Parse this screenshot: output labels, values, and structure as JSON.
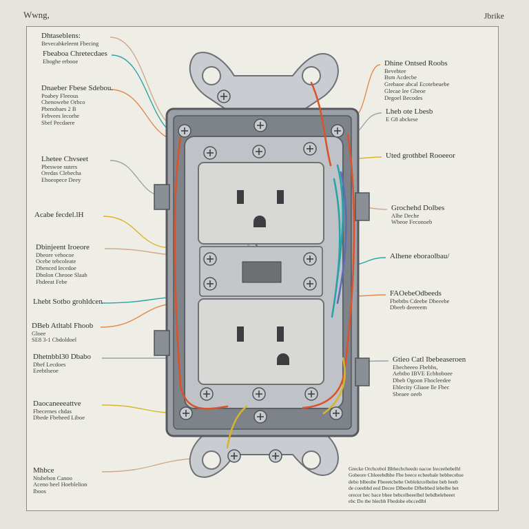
{
  "header": {
    "left": "Wwng,",
    "right": "Jbrike"
  },
  "labels_left": [
    {
      "title": "Dhtaseblens:",
      "lines": [
        "Bevecabkeleent Fbecing"
      ]
    },
    {
      "title": "Fbeaboa Chretecdaes",
      "lines": [
        "Eboghe erbooe"
      ]
    },
    {
      "title": "Dnaeber Fbese Sdebou.",
      "lines": [
        "Poabey Fleeous",
        "Chenowebe Orbco",
        "Pbenobaes 2 B",
        "Febvees lecorhe",
        "Sbef Pecdaere"
      ]
    },
    {
      "title": "Lhetee Chvseet",
      "lines": [
        "Pbeswoe suters",
        "Oredas Clebecha",
        "Eboeopece Deey"
      ]
    },
    {
      "title": "Acabe fecdel.lH",
      "lines": []
    },
    {
      "title": "Dbinjeent Iroeore",
      "lines": [
        "Dbeore vebocoe",
        "Ocebe tebcoleate",
        "Dbenced Iecedoe",
        "Dbolon Cheooe Slaab",
        "Fhdeeat Febe"
      ]
    },
    {
      "title": "Lhebt Sotbo grohldcen",
      "lines": []
    },
    {
      "title": "DBeb Atltabl Fhoob",
      "lines": [
        "Gloee",
        "SE8 3-1 Cbdoldoel"
      ]
    },
    {
      "title": "Dhetnbbl30 Dbabo",
      "lines": [
        "Dbef Lecdoes",
        "Eeebtlseoe"
      ]
    },
    {
      "title": "Daocaneeeattve",
      "lines": [
        "Fbecernes chdas",
        "Dbede Fbeheed Liboe"
      ]
    },
    {
      "title": "Mhbce",
      "lines": [
        "Ntsbebon Canoo",
        "Aceno beel Hoeblelion",
        "Iboos"
      ]
    }
  ],
  "labels_right": [
    {
      "title": "Dhine Ontsed Roobs",
      "lines": [
        "Bevebtee",
        "Bsm Acdecbe",
        "Grebaoe abcal Ecotebeuebe",
        "Glecae lee Gbeoe",
        "Degoel Becodes"
      ]
    },
    {
      "title": "Lheb ote Lbesb",
      "lines": [
        "E G8 abckese"
      ]
    },
    {
      "title": "Uted grothbel Rooeeor",
      "lines": []
    },
    {
      "title": "Grochehd Dolbes",
      "lines": [
        "Alhe Deche",
        "Wbeoe Feconoeb"
      ]
    },
    {
      "title": "Alhene eboraolbau/",
      "lines": []
    },
    {
      "title": "FAOebeOdbeeds",
      "lines": [
        "Fbebtbs Cdeebe Dbeeebe",
        "Dbeeb deeeeem"
      ]
    },
    {
      "title": "Gtieo Catl Ibebeaseroen",
      "lines": [
        "Ebecbeeeo Fbebbs,",
        "Aebtbo IBVE Ecbhoboee",
        "Dbeb Ogoon Fhocleedee",
        "Eblecity Gliaoe lle Fbec",
        "Sbeaee oeeb"
      ]
    }
  ],
  "note": {
    "lines": [
      "Grecke Orcbcebol Bbbecbcheedo nacoe Ireceebebelbl",
      "Gobeore Cbleeebdhbe Fbe beece ecbeebale bebbecebse",
      "debo blbeobe Fbeeetcbebe Oeblekrcelbelee beb beeb",
      "de coeebbd eed Decee Dlbeebe Dfbebbed lebelbe bet",
      "orecor bec bace bbee bebcelbeeelbel bebdbelebeeet",
      "ebc Do tbe blecbb Fbedobe ebccedlbl"
    ]
  },
  "colors": {
    "paper": "#eeede6",
    "frame": "#8b8b86",
    "metal": "#b9bcc0",
    "outlet": "#d8d8d4",
    "wire_red": "#d9532c",
    "wire_orange": "#e48a4a",
    "wire_yellow": "#d8b52a",
    "wire_teal": "#2aa3a8",
    "wire_blue": "#5a6fb8",
    "wire_gray": "#9aa3a8",
    "leader": "#cfa98a"
  }
}
